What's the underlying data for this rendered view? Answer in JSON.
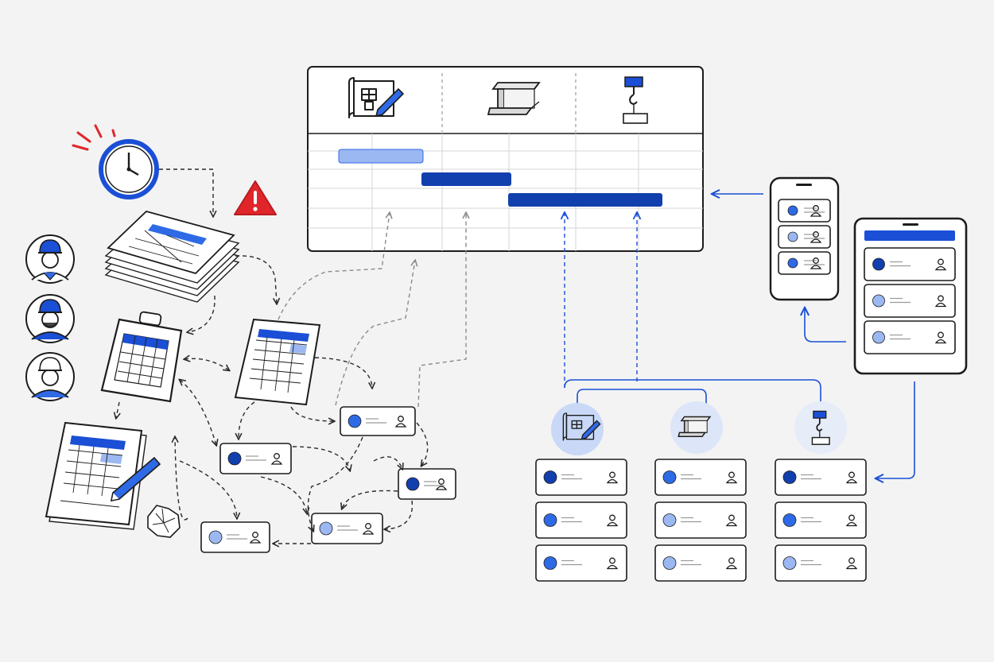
{
  "colors": {
    "ink": "#1c1c1c",
    "accent": "#1a4fd6",
    "accent_dark": "#123fae",
    "accent_mid": "#2f6ae6",
    "accent_light": "#9bb8f2",
    "alert_red": "#e0262b",
    "background": "#f3f3f3",
    "panel": "#ffffff"
  },
  "gantt": {
    "phases": [
      {
        "name": "blueprint",
        "icon": "blueprint-icon"
      },
      {
        "name": "steel",
        "icon": "steel-beam-icon"
      },
      {
        "name": "crane",
        "icon": "crane-hook-icon"
      }
    ],
    "tasks": [
      {
        "phase": "blueprint",
        "status": "planned"
      },
      {
        "phase": "steel",
        "status": "active"
      },
      {
        "phase": "crane",
        "status": "active"
      }
    ]
  },
  "left_cluster": {
    "workers": [
      "worker-avatar",
      "worker-avatar",
      "worker-avatar"
    ],
    "documents": [
      "paper-stack",
      "clipboard-sheet",
      "schedule-sheet",
      "annotated-plan",
      "crumpled-paper"
    ],
    "alerts": [
      "clock-icon",
      "warning-icon"
    ],
    "task_cards": [
      {
        "dot": "medium"
      },
      {
        "dot": "dark"
      },
      {
        "dot": "dark"
      },
      {
        "dot": "light"
      },
      {
        "dot": "light"
      }
    ]
  },
  "right_cluster": {
    "devices": [
      "phone",
      "tablet"
    ],
    "phone_rows": [
      {
        "dot": "medium"
      },
      {
        "dot": "light"
      },
      {
        "dot": "medium"
      }
    ],
    "tablet_rows": [
      {
        "dot": "dark"
      },
      {
        "dot": "light"
      },
      {
        "dot": "light"
      }
    ],
    "columns": [
      {
        "icon": "blueprint-icon",
        "rows": [
          {
            "dot": "dark"
          },
          {
            "dot": "medium"
          },
          {
            "dot": "medium"
          }
        ]
      },
      {
        "icon": "steel-beam-icon",
        "rows": [
          {
            "dot": "medium"
          },
          {
            "dot": "light"
          },
          {
            "dot": "light"
          }
        ]
      },
      {
        "icon": "crane-hook-icon",
        "rows": [
          {
            "dot": "dark"
          },
          {
            "dot": "medium"
          },
          {
            "dot": "light"
          }
        ]
      }
    ]
  }
}
